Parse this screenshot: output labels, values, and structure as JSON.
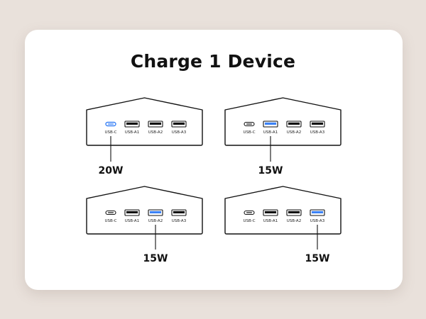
{
  "title": "Charge 1 Device",
  "ports": [
    "USB-C",
    "USB-A1",
    "USB-A2",
    "USB-A3"
  ],
  "colors": {
    "highlight": "#3b82f6",
    "outline": "#111111",
    "background": "#e9e1db",
    "card": "#ffffff"
  },
  "configurations": [
    {
      "active_port": "USB-C",
      "wattage": "20W"
    },
    {
      "active_port": "USB-A1",
      "wattage": "15W"
    },
    {
      "active_port": "USB-A2",
      "wattage": "15W"
    },
    {
      "active_port": "USB-A3",
      "wattage": "15W"
    }
  ]
}
